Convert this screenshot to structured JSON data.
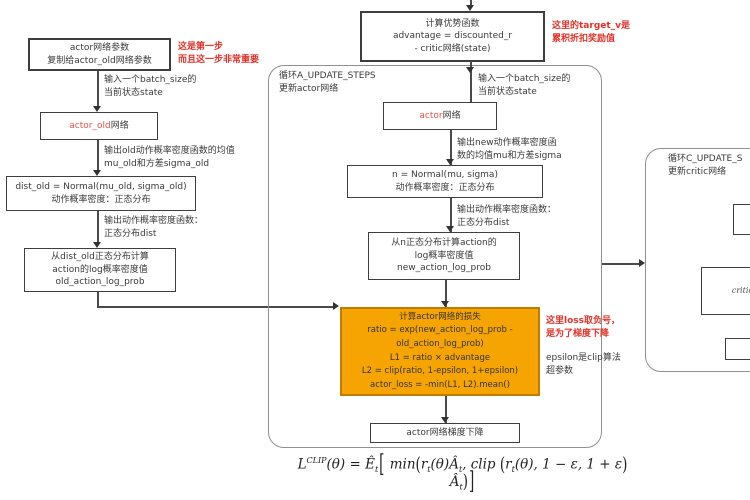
{
  "colors": {
    "accent_red": "#e23228",
    "token_red": "#e2554a",
    "loss_box_fill": "#f5a402",
    "loss_box_border": "#bd7d02",
    "line": "#4a4a4a"
  },
  "left_chain": {
    "init_box": "actor网络参数\n复制给actor_old网络参数",
    "init_note": "这是第一步\n而且这一步非常重要",
    "edge_state": "输入一个batch_size的\n当前状态state",
    "actor_old_highlight": "actor_old",
    "actor_old_rest": "网络",
    "edge_old_out": "输出old动作概率密度函数的均值\nmu_old和方差sigma_old",
    "dist_old_box": "dist_old = Normal(mu_old, sigma_old)\n动作概率密度：正态分布",
    "edge_dist": "输出动作概率密度函数：\n正态分布dist",
    "old_log_prob_box": "从dist_old正态分布计算\naction的log概率密度值\nold_action_log_prob"
  },
  "top": {
    "advantage_box": "计算优势函数\nadvantage = discounted_r\n- critic网络(state)",
    "target_v_note": "这里的target_v是\n累积折扣奖励值"
  },
  "actor_loop": {
    "label": "循环A_UPDATE_STEPS\n更新actor网络",
    "edge_state": "输入一个batch_size的\n当前状态state",
    "actor_highlight": "actor",
    "actor_rest": "网络",
    "edge_new_out": "输出new动作概率密度函\n数的均值mu和方差sigma",
    "normal_box": "n = Normal(mu, sigma)\n动作概率密度：正态分布",
    "edge_dist": "输出动作概率密度函数：\n正态分布dist",
    "new_log_prob_box": "从n正态分布计算action的\nlog概率密度值\nnew_action_log_prob",
    "loss_box": "计算actor网络的损失\nratio = exp(new_action_log_prob -\nold_action_log_prob)\nL1 = ratio × advantage\nL2 = clip(ratio, 1-epsilon, 1+epsilon)\nactor_loss = -min(L1, L2).mean()",
    "loss_note": "这里loss取负号，\n是为了梯度下降",
    "epsilon_note": "epsilon是clip算法\n超参数",
    "grad_box": "actor网络梯度下降"
  },
  "critic_loop": {
    "label": "循环C_UPDATE_S\n更新critic网络",
    "loss_box_fragment": "critic_lo"
  },
  "formula": {
    "p1": "L",
    "p2": "CLIP",
    "p3": "(θ) = Ê",
    "p4": "t",
    "p5": "[",
    "p6": " min",
    "p7": "(",
    "p8": "r",
    "p9": "t",
    "p10": "(θ)",
    "p11": "Â",
    "p12": "t",
    "p13": ", clip ",
    "p14": "(",
    "p15": "r",
    "p16": "t",
    "p17": "(θ), 1 − ε, 1 + ε",
    "p18": ")",
    "p19": "Â",
    "p20": "t",
    "p21": ")",
    "p22": "]"
  }
}
